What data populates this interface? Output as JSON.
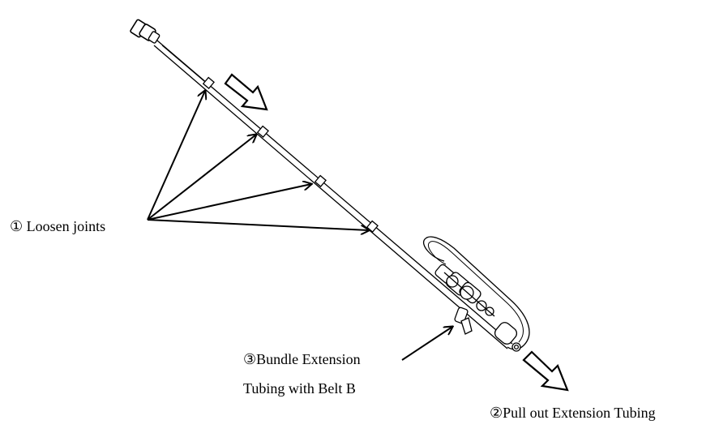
{
  "labels": {
    "loosen_joints": "① Loosen joints",
    "bundle_line1": "③Bundle Extension",
    "bundle_line2": "Tubing with Belt B",
    "pull_out": "②Pull out Extension Tubing"
  },
  "colors": {
    "ink": "#000000",
    "background": "#ffffff"
  }
}
